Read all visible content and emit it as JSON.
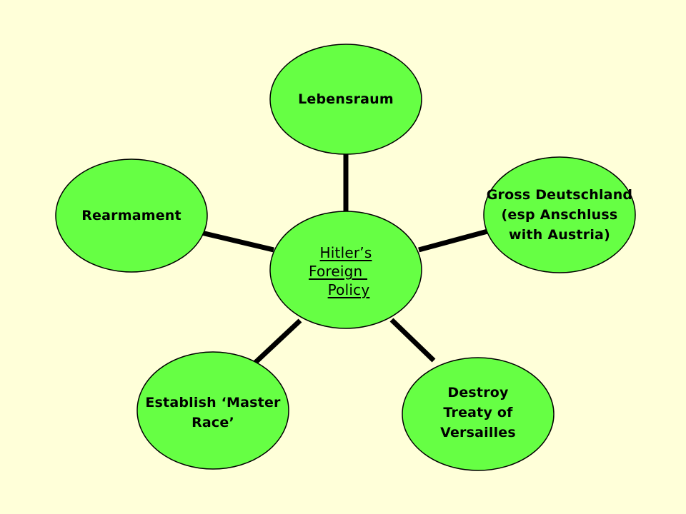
{
  "diagram": {
    "center": {
      "lines": [
        "Hitler’s",
        "Foreign ",
        "Policy"
      ]
    },
    "nodes": {
      "lebensraum": [
        "Lebensraum"
      ],
      "gross_deutschland": [
        "Gross Deutschland",
        "(esp Anschluss",
        "with Austria)"
      ],
      "versailles": [
        "Destroy",
        "Treaty of",
        "Versailles"
      ],
      "master_race": [
        "Establish ‘Master",
        "Race’"
      ],
      "rearmament": [
        "Rearmament"
      ]
    }
  },
  "colors": {
    "background": "#ffffd9",
    "node_fill": "#66ff44",
    "outline": "#000000"
  }
}
